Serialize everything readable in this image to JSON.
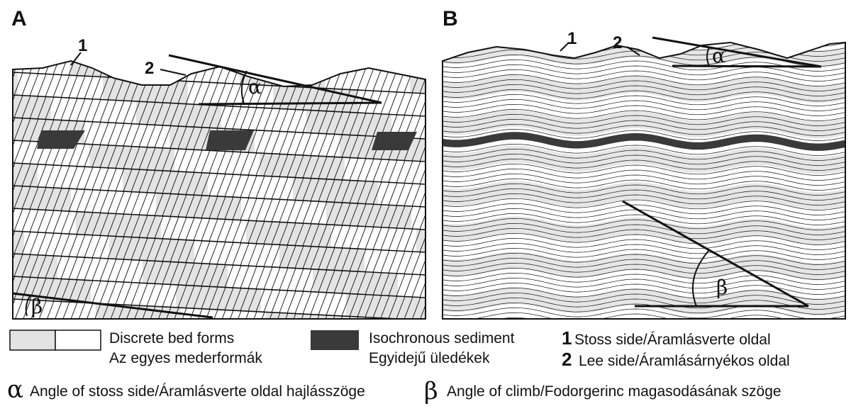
{
  "panels": {
    "a": {
      "letter": "A",
      "num1": "1",
      "num2": "2",
      "alpha": "α",
      "beta": "β"
    },
    "b": {
      "letter": "B",
      "num1": "1",
      "num2": "2",
      "alpha": "α",
      "beta": "β"
    }
  },
  "colors": {
    "band_gray": "#e3e3e3",
    "band_white": "#ffffff",
    "isochronous": "#3a3a3a",
    "line": "#111111"
  },
  "legend": {
    "discrete": {
      "line1": "Discrete bed forms",
      "line2": "Az egyes mederformák"
    },
    "isochronous": {
      "line1": "Isochronous sediment",
      "line2": "Egyidejű üledékek"
    },
    "stoss": {
      "num": "1",
      "text": "Stoss side/Áramlásverte oldal"
    },
    "lee": {
      "num": "2",
      "text": "Lee side/Áramlásárnyékos oldal"
    },
    "alpha_def": {
      "symbol": "α",
      "text": "Angle of stoss side/Áramlásverte oldal hajlásszöge"
    },
    "beta_def": {
      "symbol": "β",
      "text": "Angle of climb/Fodorgerinc magasodásának szöge"
    }
  }
}
